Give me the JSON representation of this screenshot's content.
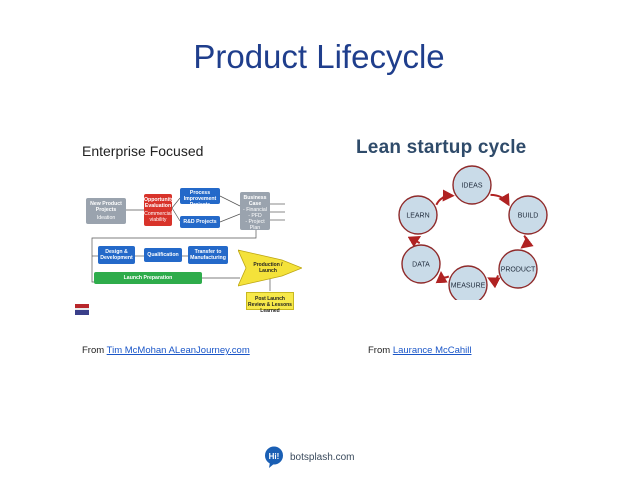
{
  "slide": {
    "title": "Product Lifecycle",
    "left_heading": "Enterprise Focused",
    "right_heading": "Lean startup cycle"
  },
  "enterprise_diagram": {
    "new_product_projects": "New Product Projects",
    "ideation": "Ideation",
    "opportunity_evaluation": "Opportunity Evaluation",
    "commercial_viability": "Commercial viability",
    "process_improvement": "Process Improvement Projects",
    "rd_projects": "R&D Projects",
    "business_case": "Business Case",
    "business_case_items": [
      "- Financial",
      "- PFD",
      "- Project Plan"
    ],
    "design_development": "Design & Development",
    "qualification": "Qualification",
    "transfer_manufacturing": "Transfer to Manufacturing",
    "production_launch": "Production / Launch",
    "launch_preparation": "Launch Preparation",
    "post_launch_review": "Post Launch Review & Lessons Learned"
  },
  "lean_cycle": {
    "nodes": [
      "IDEAS",
      "BUILD",
      "PRODUCT",
      "MEASURE",
      "DATA",
      "LEARN"
    ],
    "colors": {
      "circle_fill": "#c9dbe8",
      "circle_stroke": "#8f2a2a",
      "arrow": "#b02222"
    }
  },
  "credits": {
    "left_prefix": "From",
    "left_link": "Tim McMohan ALeanJourney.com",
    "right_prefix": "From",
    "right_link": "Laurance McCahill"
  },
  "footer": {
    "site": "botsplash.com",
    "logo_text": "Hi!"
  },
  "colors": {
    "title": "#1f3e8c",
    "link": "#1a56c8",
    "logo": "#1a5fb4"
  }
}
